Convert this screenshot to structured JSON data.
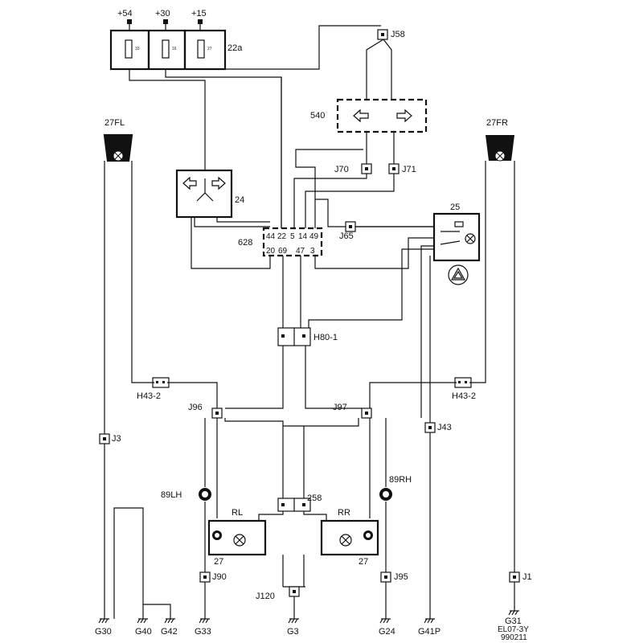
{
  "supply": {
    "p54": "+54",
    "p30": "+30",
    "p15": "+15"
  },
  "fuse_block": {
    "label": "22a",
    "f33": "33",
    "f16": "16",
    "f27": "27"
  },
  "components": {
    "c540": "540",
    "c24": "24",
    "c628": "628",
    "c25": "25",
    "c27FL": "27FL",
    "c27FR": "27FR",
    "c89LH": "89LH",
    "c89RH": "89RH",
    "cRL": "RL",
    "cRR": "RR",
    "c27_left": "27",
    "c27_right": "27",
    "c258": "258",
    "cH80": "H80-1",
    "cH43L": "H43-2",
    "cH43R": "H43-2"
  },
  "joints": {
    "J58": "J58",
    "J70": "J70",
    "J71": "J71",
    "J65": "J65",
    "J96": "J96",
    "J97": "J97",
    "J3": "J3",
    "J43": "J43",
    "J90": "J90",
    "J95": "J95",
    "J120": "J120",
    "J1": "J1"
  },
  "connector_628_pins": {
    "p44": "44",
    "p22": "22",
    "p5": "5",
    "p14": "14",
    "p49": "49",
    "p20": "20",
    "p69": "69",
    "p47": "47",
    "p3": "3"
  },
  "grounds": {
    "G30": "G30",
    "G40": "G40",
    "G42": "G42",
    "G33": "G33",
    "G3": "G3",
    "G24": "G24",
    "G41P": "G41P",
    "G31": "G31"
  },
  "footer": {
    "code": "EL07-3Y",
    "date": "990211"
  }
}
